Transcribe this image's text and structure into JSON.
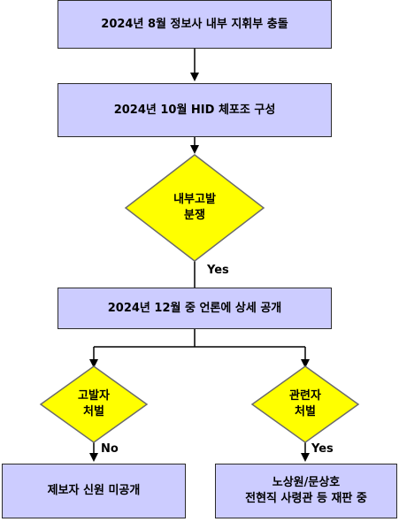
{
  "nodes": {
    "step1": "2024년 8월 정보사 내부 지휘부 충돌",
    "step2": "2024년 10월 HID 체포조 구성",
    "decision1_line1": "내부고발",
    "decision1_line2": "분쟁",
    "step3": "2024년 12월 중 언론에 상세 공개",
    "decision_left_line1": "고발자",
    "decision_left_line2": "처벌",
    "decision_right_line1": "관련자",
    "decision_right_line2": "처벌",
    "outcome_left": "제보자 신원 미공개",
    "outcome_right_line1": "노상원/문상호",
    "outcome_right_line2": "전현직 사령관 등 재판 중"
  },
  "edges": {
    "yes_main": "Yes",
    "no_left": "No",
    "yes_right": "Yes"
  },
  "colors": {
    "process_fill": "#ccccff",
    "decision_fill": "#ffff00",
    "line": "#000000"
  }
}
